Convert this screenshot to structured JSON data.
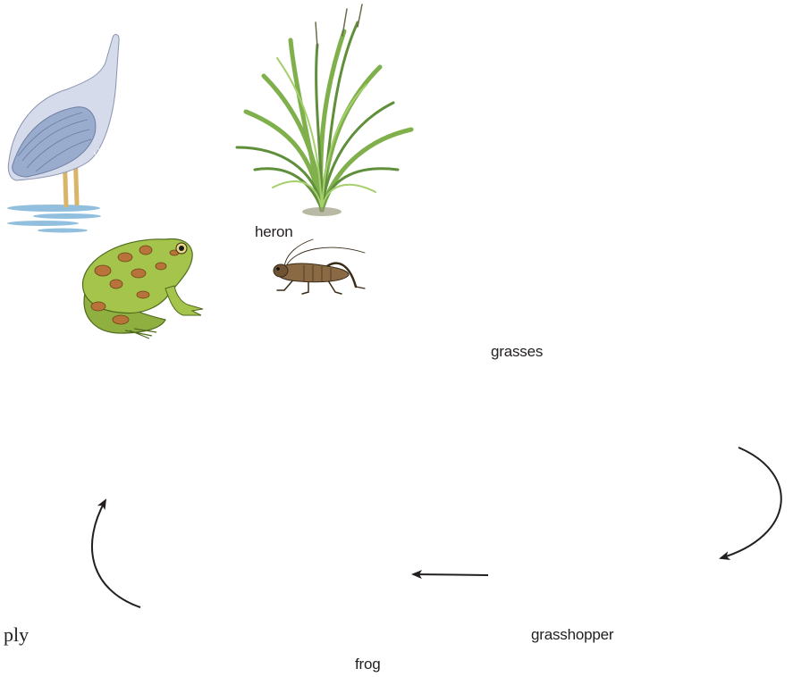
{
  "labels": {
    "heron": "heron",
    "grasses": "grasses",
    "grasshopper": "grasshopper",
    "frog": "frog",
    "ply": "ply"
  },
  "colors": {
    "text": "#231f20",
    "arrow": "#231f20",
    "heron_body": "#c9cfe3",
    "heron_wing": "#7f93b8",
    "heron_legs": "#d9b56a",
    "water": "#7fb4d8",
    "grass": "#8fbf5a",
    "grass_dark": "#5f8f3a",
    "frog_body": "#9fbf4a",
    "frog_spots": "#b8733a",
    "grasshopper": "#7a5a3a"
  },
  "icons": {
    "heron": "heron-illustration",
    "grasses": "grass-illustration",
    "frog": "frog-illustration",
    "grasshopper": "grasshopper-illustration"
  }
}
